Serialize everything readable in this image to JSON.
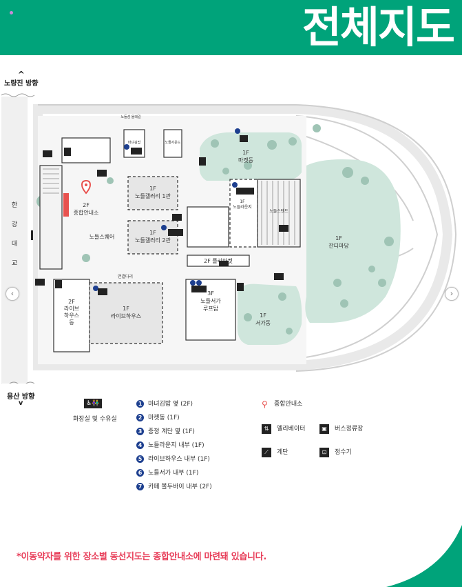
{
  "header": {
    "title": "전체지도"
  },
  "directions": {
    "north": "노량진 방향",
    "south": "용산 방향"
  },
  "bridge": {
    "name_chars": [
      "한",
      "강",
      "대",
      "교"
    ]
  },
  "map_labels": {
    "info_center": "2F\n종합안내소",
    "nodeul_square": "노들스퀘어",
    "gallery1": "1F\n노들갤러리 1관",
    "gallery2": "1F\n노들갤러리 2관",
    "market_hall": "1F\n마켓동",
    "lounge": "1F\n노들라운지",
    "nodeul_stand": "노들스탠드",
    "grass_yard": "1F\n잔디마당",
    "flea_market": "2F 플리마켓",
    "livehouse_2f": "2F\n라이브\n하우스\n동",
    "livehouse_1f": "1F\n라이브하우스",
    "bookstore_rooftop": "3F\n노들서가\n루프탑",
    "bookstore_hall": "1F\n서가동",
    "connecting_bridge": "연결다리",
    "nodeul_bridge": "노들섬 올레길",
    "restaurant": "마녀김밥",
    "nodeul_sound": "노들사운드",
    "nodeul_lounge_small": "노들라운지"
  },
  "legend": {
    "toilet_caption": "화장실 및 수유실",
    "numbered": [
      {
        "n": "1",
        "text": "마녀김밥 옆 (2F)"
      },
      {
        "n": "2",
        "text": "마켓동 (1F)"
      },
      {
        "n": "3",
        "text": "중정 계단 옆 (1F)"
      },
      {
        "n": "4",
        "text": "노들라운지 내부 (1F)"
      },
      {
        "n": "5",
        "text": "라이브하우스 내부 (1F)"
      },
      {
        "n": "6",
        "text": "노들서가 내부 (1F)"
      },
      {
        "n": "7",
        "text": "카페 볼두바이 내부 (2F)"
      }
    ],
    "info_center": "종합안내소",
    "elevator": "엘리베이터",
    "bus_stop": "버스정류장",
    "stairs": "계단",
    "water": "정수기"
  },
  "footer": {
    "note": "*이동약자를 위한 장소별 동선지도는 종합안내소에 마련돼 있습니다."
  },
  "nav": {
    "prev": "‹",
    "next": "›"
  },
  "colors": {
    "brand": "#00a37a",
    "green_area": "#cfe6dc",
    "building": "#e6e6e6",
    "pink_note": "#e8405b",
    "marker": "#e8524f",
    "number_badge": "#1d3f8f"
  }
}
